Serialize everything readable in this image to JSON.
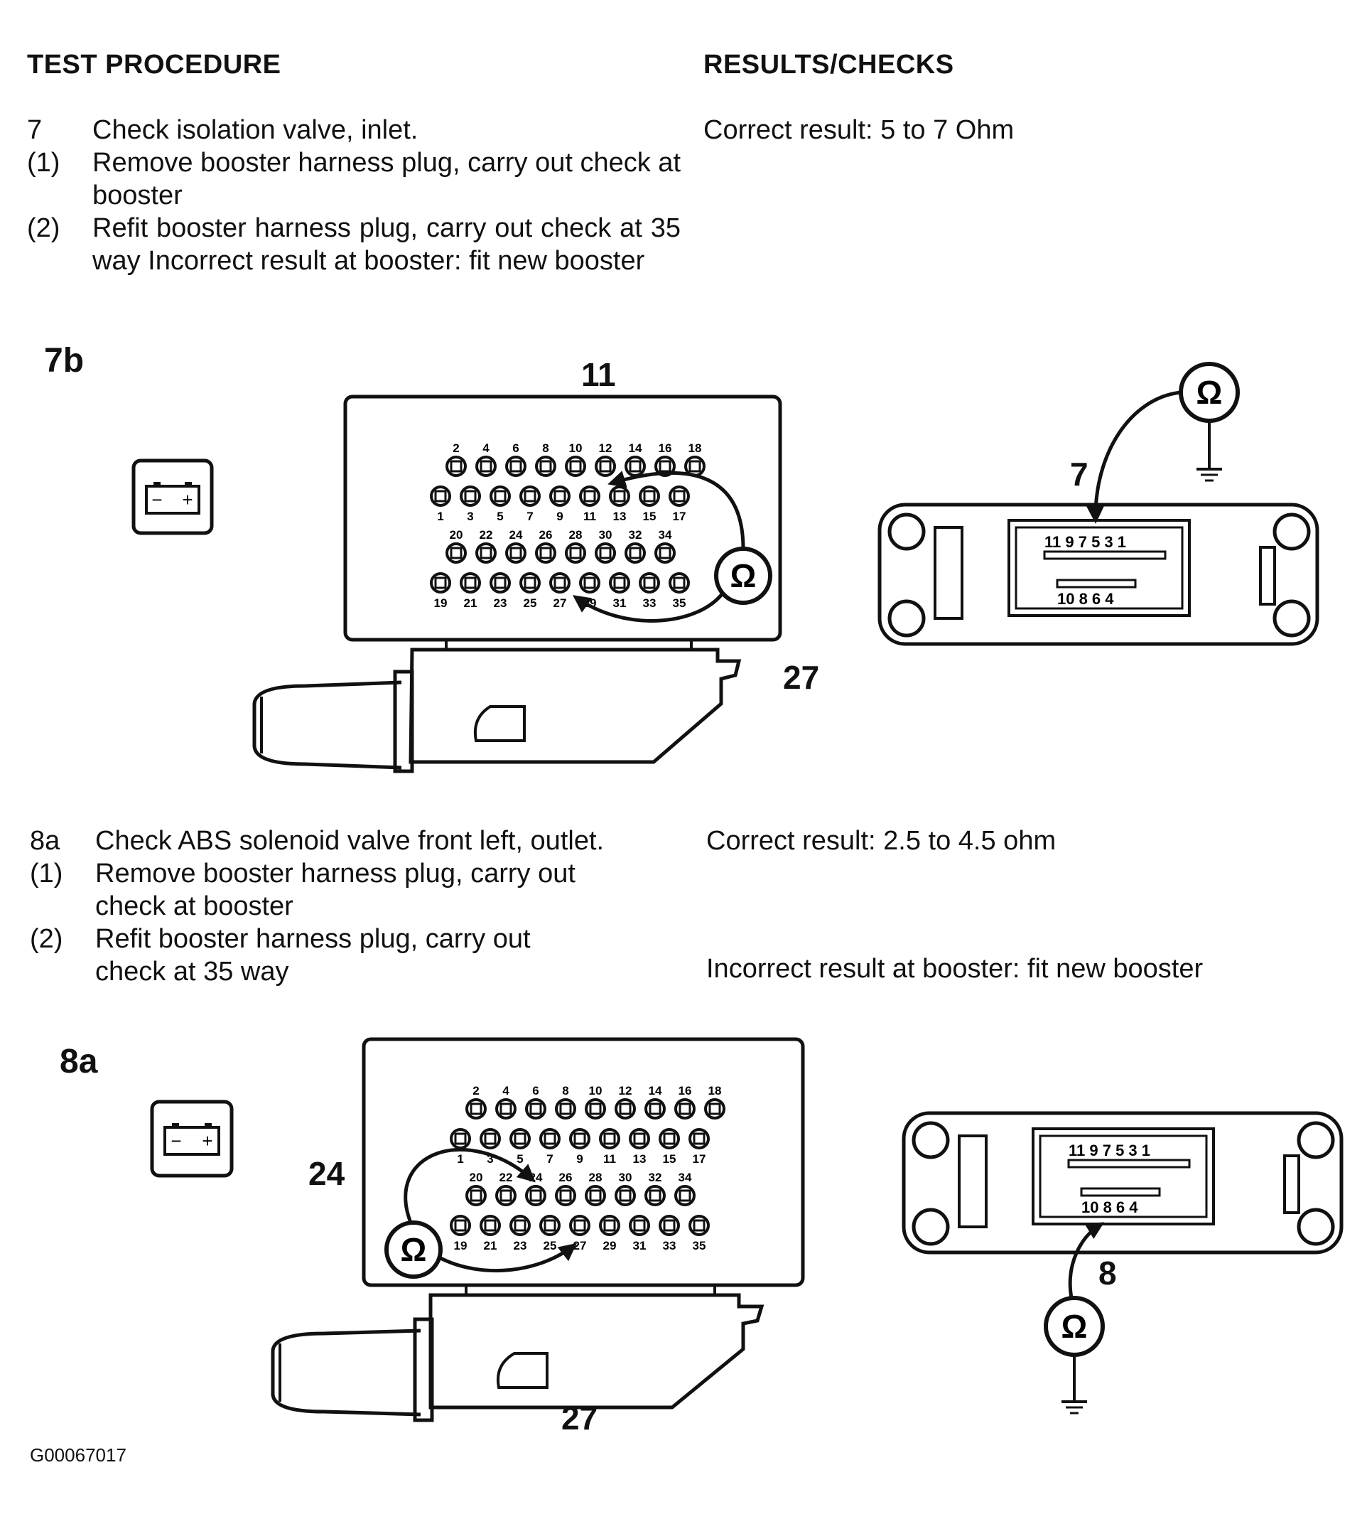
{
  "headers": {
    "left": "TEST PROCEDURE",
    "right": "RESULTS/CHECKS"
  },
  "step7": {
    "main": {
      "num": "7",
      "text": "Check isolation valve, inlet."
    },
    "sub1": {
      "num": "(1)",
      "text": "Remove booster harness plug, carry out check at booster"
    },
    "sub2": {
      "num": "(2)",
      "text": "Refit booster harness plug, carry out check at 35 way Incorrect result at booster: fit new booster"
    },
    "result": "Correct result: 5 to 7 Ohm"
  },
  "fig7b": {
    "label": "7b",
    "pin_callout": "11",
    "plug_callout": "27",
    "booster_callout": "7",
    "ohm_symbol": "Ω",
    "icons": [
      "battery-icon",
      "ohmmeter-icon",
      "ground-icon"
    ],
    "battery_minus": "−",
    "battery_plus": "+",
    "connector": {
      "top_even": [
        "2",
        "4",
        "6",
        "8",
        "10",
        "12",
        "14",
        "16",
        "18"
      ],
      "row_odd_1": [
        "1",
        "3",
        "5",
        "7",
        "9",
        "11",
        "13",
        "15",
        "17"
      ],
      "mid_even": [
        "20",
        "22",
        "24",
        "26",
        "28",
        "30",
        "32",
        "34"
      ],
      "bottom_odd": [
        "19",
        "21",
        "23",
        "25",
        "27",
        "29",
        "31",
        "33",
        "35"
      ]
    },
    "booster": {
      "top_pins": "11 9 7 5 3 1",
      "bottom_pins": "10 8 6 4"
    }
  },
  "step8a": {
    "main": {
      "num": "8a",
      "text": "Check ABS solenoid valve front left, outlet."
    },
    "sub1": {
      "num": "(1)",
      "text": "Remove booster harness plug, carry out check at booster"
    },
    "sub2": {
      "num": "(2)",
      "text": "Refit booster harness plug, carry out check at 35 way"
    },
    "result": "Correct result: 2.5 to 4.5 ohm",
    "incorrect": "Incorrect result at booster: fit new booster"
  },
  "fig8a": {
    "label": "8a",
    "pin_callout": "24",
    "plug_callout": "27",
    "booster_callout": "8",
    "ohm_symbol": "Ω"
  },
  "footer": {
    "code": "G00067017"
  }
}
